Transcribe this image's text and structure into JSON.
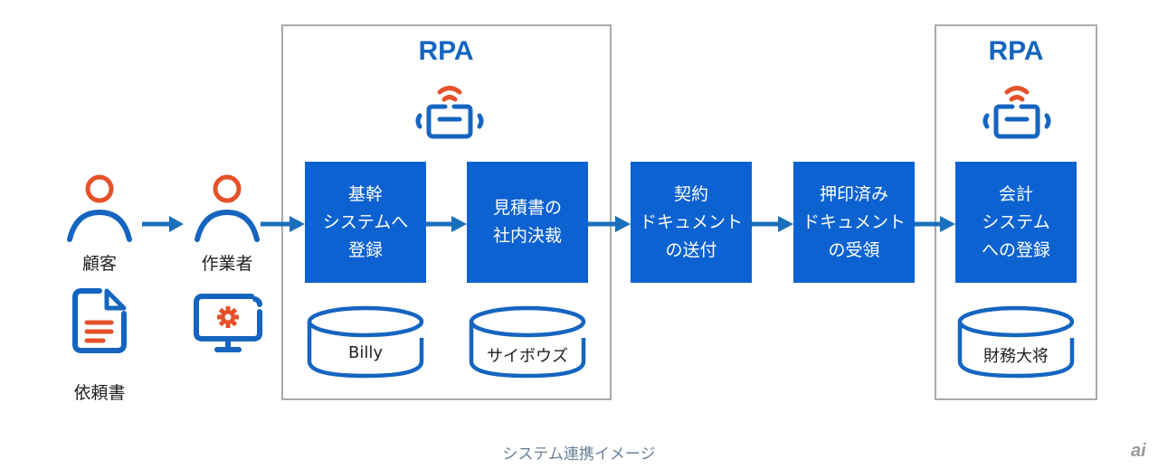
{
  "colors": {
    "primary_blue": "#0d62d1",
    "icon_blue": "#1565c0",
    "accent_orange": "#e5512a",
    "frame_gray": "#a9a9a9",
    "caption_gray": "#6a8198"
  },
  "actors": [
    {
      "label": "顧客",
      "icon": "person-icon",
      "sub_label": "依頼書",
      "sub_icon": "document-icon"
    },
    {
      "label": "作業者",
      "icon": "person-icon",
      "sub_icon": "monitor-gear-icon"
    }
  ],
  "rpa_groups": [
    {
      "title": "RPA",
      "icon": "robot-icon"
    },
    {
      "title": "RPA",
      "icon": "robot-icon"
    }
  ],
  "steps": [
    {
      "label": "基幹\nシステムへ\n登録",
      "database": "Billy"
    },
    {
      "label": "見積書の\n社内決裁",
      "database": "サイボウズ"
    },
    {
      "label": "契約\nドキュメント\nの送付"
    },
    {
      "label": "押印済み\nドキュメント\nの受領"
    },
    {
      "label": "会計\nシステム\nへの登録",
      "database": "財務大将"
    }
  ],
  "caption": "システム連携イメージ",
  "watermark": "ai"
}
